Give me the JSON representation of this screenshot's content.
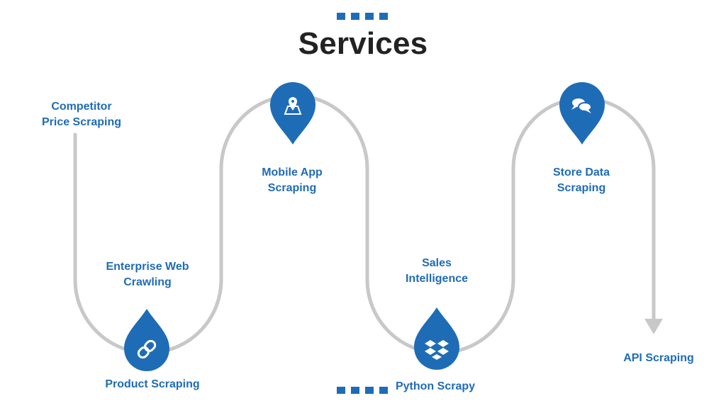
{
  "header": {
    "title": "Services"
  },
  "colors": {
    "accent": "#1f6cb6",
    "path": "#c8c8c8",
    "title": "#222222"
  },
  "diagram": {
    "nodes": [
      {
        "id": "competitor-price-scraping",
        "lines": [
          "Competitor",
          "Price Scraping"
        ]
      },
      {
        "id": "enterprise-web-crawling",
        "lines": [
          "Enterprise Web",
          "Crawling"
        ]
      },
      {
        "id": "product-scraping",
        "lines": [
          "Product Scraping"
        ],
        "icon": "link-icon"
      },
      {
        "id": "mobile-app-scraping",
        "lines": [
          "Mobile App",
          "Scraping"
        ],
        "icon": "map-pin-icon"
      },
      {
        "id": "sales-intelligence",
        "lines": [
          "Sales",
          "Intelligence"
        ]
      },
      {
        "id": "python-scrapy",
        "lines": [
          "Python Scrapy"
        ],
        "icon": "dropbox-icon"
      },
      {
        "id": "store-data-scraping",
        "lines": [
          "Store Data",
          "Scraping"
        ],
        "icon": "chat-bubble-icon"
      },
      {
        "id": "api-scraping",
        "lines": [
          "API Scraping"
        ]
      }
    ]
  }
}
